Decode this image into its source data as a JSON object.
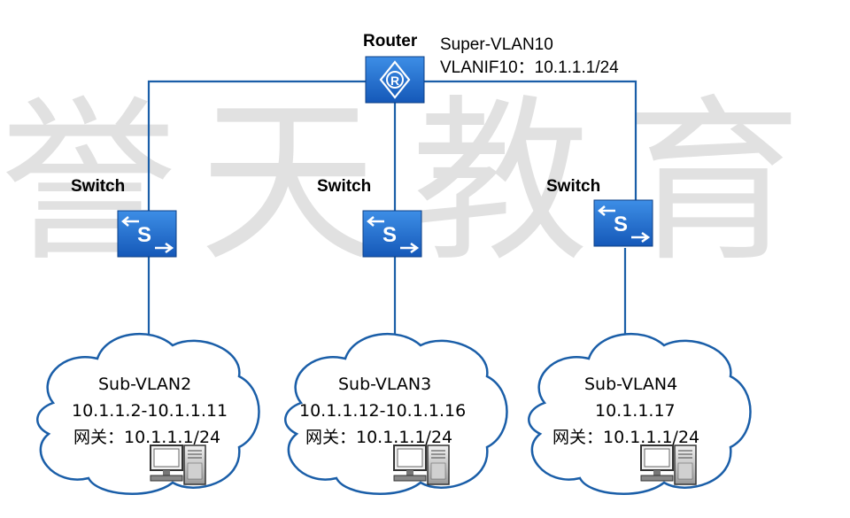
{
  "watermark": [
    "誉",
    "天",
    "教",
    "育"
  ],
  "router": {
    "label": "Router",
    "vlan_label": "Super-VLAN10",
    "if_label": "VLANIF10：10.1.1.1/24",
    "icon": "router-icon"
  },
  "switches": [
    {
      "label": "Switch",
      "icon": "switch-icon"
    },
    {
      "label": "Switch",
      "icon": "switch-icon"
    },
    {
      "label": "Switch",
      "icon": "switch-icon"
    }
  ],
  "clouds": [
    {
      "vlan": "Sub-VLAN2",
      "range": "10.1.1.2-10.1.1.11",
      "gateway": "网关：10.1.1.1/24",
      "icon": "pc-icon"
    },
    {
      "vlan": "Sub-VLAN3",
      "range": "10.1.1.12-10.1.1.16",
      "gateway": "网关：10.1.1.1/24",
      "icon": "pc-icon"
    },
    {
      "vlan": "Sub-VLAN4",
      "range": "10.1.1.17",
      "gateway": "网关：10.1.1.1/24",
      "icon": "pc-icon"
    }
  ],
  "colors": {
    "device_blue": "#1f6fd0",
    "link_blue": "#1a5ea8"
  }
}
